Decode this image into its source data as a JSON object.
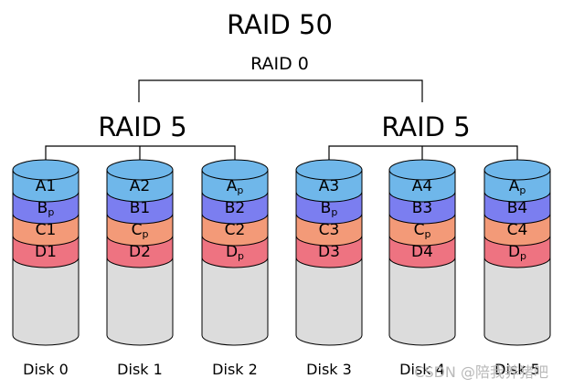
{
  "diagram": {
    "title": "RAID 50",
    "top_level_label": "RAID 0",
    "groups": [
      {
        "label": "RAID 5"
      },
      {
        "label": "RAID 5"
      }
    ],
    "colors": {
      "cap": "#6fb7ea",
      "A": "#6fb7ea",
      "B": "#7b7ef0",
      "C": "#f39a78",
      "D": "#ee7381",
      "empty": "#dcdcdc"
    },
    "disks": [
      {
        "label": "Disk 0",
        "blocks": [
          [
            "A",
            "1"
          ],
          [
            "B",
            "p"
          ],
          [
            "C",
            "1"
          ],
          [
            "D",
            "1"
          ]
        ]
      },
      {
        "label": "Disk 1",
        "blocks": [
          [
            "A",
            "2"
          ],
          [
            "B",
            "1"
          ],
          [
            "C",
            "p"
          ],
          [
            "D",
            "2"
          ]
        ]
      },
      {
        "label": "Disk 2",
        "blocks": [
          [
            "A",
            "p"
          ],
          [
            "B",
            "2"
          ],
          [
            "C",
            "2"
          ],
          [
            "D",
            "p"
          ]
        ]
      },
      {
        "label": "Disk 3",
        "blocks": [
          [
            "A",
            "3"
          ],
          [
            "B",
            "p"
          ],
          [
            "C",
            "3"
          ],
          [
            "D",
            "3"
          ]
        ]
      },
      {
        "label": "Disk 4",
        "blocks": [
          [
            "A",
            "4"
          ],
          [
            "B",
            "3"
          ],
          [
            "C",
            "p"
          ],
          [
            "D",
            "4"
          ]
        ]
      },
      {
        "label": "Disk 5",
        "blocks": [
          [
            "A",
            "p"
          ],
          [
            "B",
            "4"
          ],
          [
            "C",
            "4"
          ],
          [
            "D",
            "p"
          ]
        ]
      }
    ],
    "watermark": "CSDN @陪我养猪吧"
  }
}
